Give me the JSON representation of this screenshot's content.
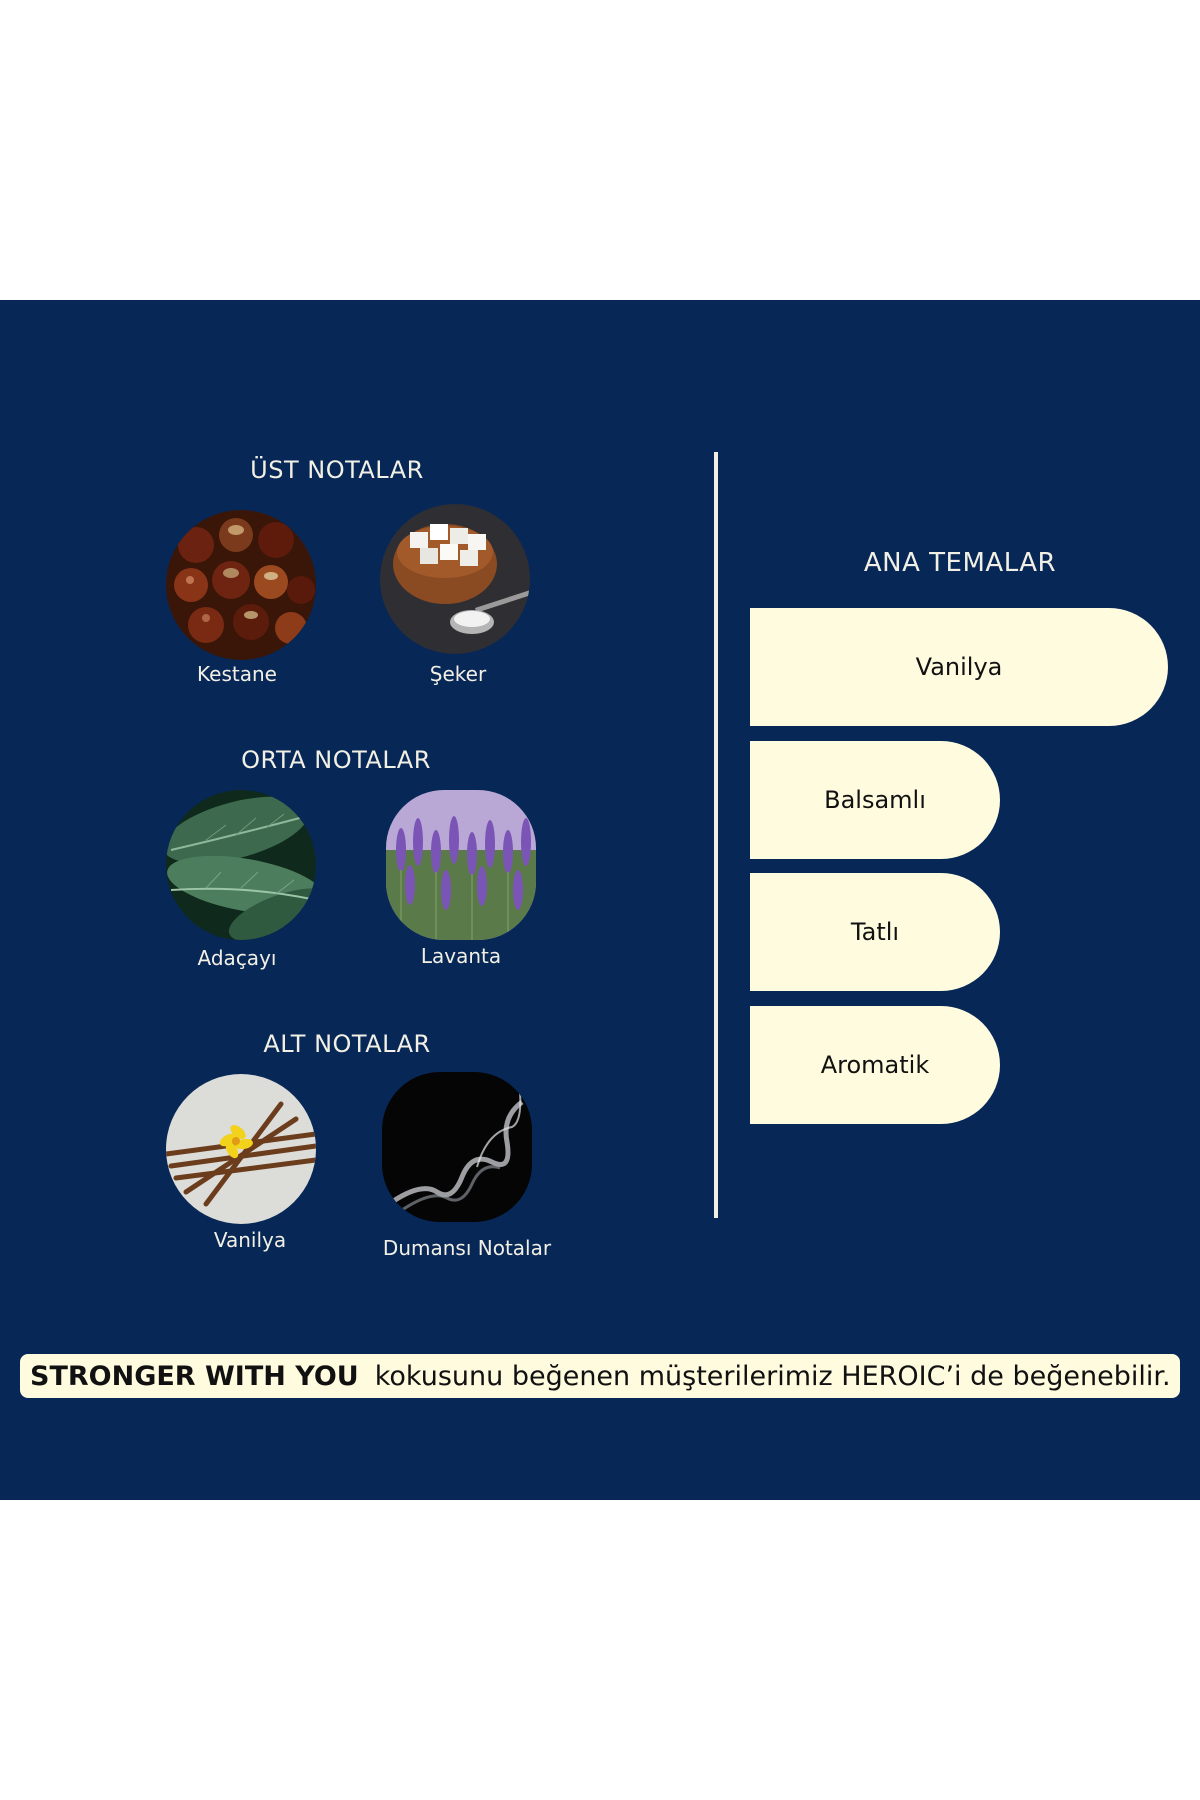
{
  "colors": {
    "panel_bg": "#072757",
    "text_light": "#f2f0e4",
    "pill_bg": "#fffbdf"
  },
  "top_notes": {
    "title": "ÜST NOTALAR",
    "items": [
      {
        "label": "Kestane",
        "icon": "chestnut-photo"
      },
      {
        "label": "Şeker",
        "icon": "sugar-photo"
      }
    ]
  },
  "middle_notes": {
    "title": "ORTA NOTALAR",
    "items": [
      {
        "label": "Adaçayı",
        "icon": "sage-photo"
      },
      {
        "label": "Lavanta",
        "icon": "lavender-photo"
      }
    ]
  },
  "base_notes": {
    "title": "ALT NOTALAR",
    "items": [
      {
        "label": "Vanilya",
        "icon": "vanilla-photo"
      },
      {
        "label": "Dumansı Notalar",
        "icon": "smoke-photo"
      }
    ]
  },
  "themes": {
    "title": "ANA TEMALAR",
    "items": [
      {
        "label": "Vanilya"
      },
      {
        "label": "Balsamlı"
      },
      {
        "label": "Tatlı"
      },
      {
        "label": "Aromatik"
      }
    ]
  },
  "banner": {
    "brand": "STRONGER WITH YOU",
    "text": "kokusunu beğenen müşterilerimiz HEROIC’i de beğenebilir."
  }
}
